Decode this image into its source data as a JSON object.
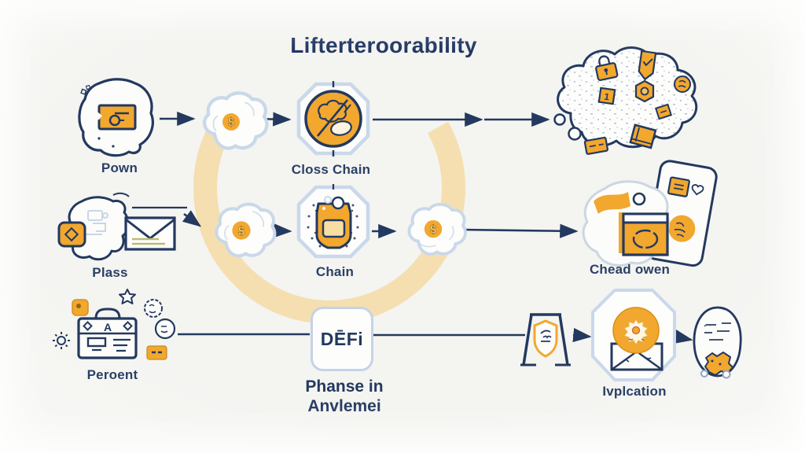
{
  "title": "Lifterteroorability",
  "palette": {
    "background": "#f5f5f2",
    "navy": "#23395f",
    "amber": "#f2a72e",
    "arc_yellow": "#f5d9a0",
    "sketch_blue": "#c9d8ea",
    "olive_lines": "#b9bd72"
  },
  "row1": {
    "pown": {
      "label": "Pown"
    },
    "coin1": {
      "glyph": "$"
    },
    "closs_chain": {
      "label": "Closs Chain"
    },
    "network_cloud": {
      "square_glyph": "1"
    }
  },
  "row2": {
    "plass": {
      "label": "Plass"
    },
    "coin2": {
      "glyph": "$"
    },
    "chain": {
      "label": "Chain"
    },
    "coin3": {
      "glyph": "$"
    },
    "chead_owen": {
      "label": "Chead owen"
    }
  },
  "row3": {
    "peroent": {
      "label": "Peroent",
      "briefcase_letter": "A"
    },
    "defi": {
      "label": "DĒFi",
      "caption_line1": "Phanse in",
      "caption_line2": "Anvlemei"
    },
    "ivplcation": {
      "label": "Ivplcation"
    }
  }
}
